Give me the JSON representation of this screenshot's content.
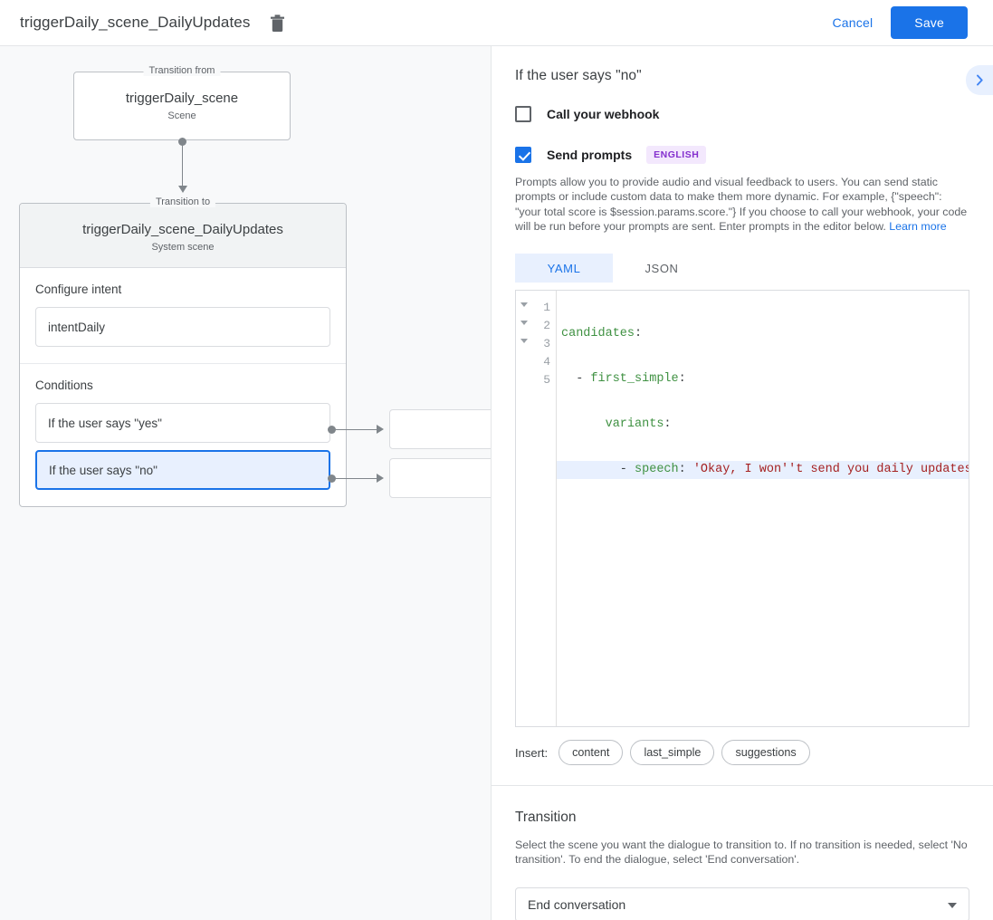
{
  "topbar": {
    "title": "triggerDaily_scene_DailyUpdates",
    "delete_icon": "trash-icon",
    "cancel_label": "Cancel",
    "save_label": "Save",
    "save_bg": "#1a73e8"
  },
  "canvas": {
    "from_node": {
      "legend": "Transition from",
      "title": "triggerDaily_scene",
      "subtitle": "Scene"
    },
    "to_node": {
      "legend": "Transition to",
      "title": "triggerDaily_scene_DailyUpdates",
      "subtitle": "System scene"
    },
    "intent_section": {
      "label": "Configure intent",
      "value": "intentDaily"
    },
    "conditions_section": {
      "label": "Conditions",
      "items": [
        {
          "label": "If the user says \"yes\"",
          "selected": false
        },
        {
          "label": "If the user says \"no\"",
          "selected": true
        }
      ]
    },
    "selected_border_color": "#1a73e8",
    "selected_fill_color": "#e8f0fe"
  },
  "panel": {
    "title": "If the user says \"no\"",
    "collapse_icon": "chevron-right-icon",
    "webhook": {
      "label": "Call your webhook",
      "checked": false
    },
    "prompts": {
      "label": "Send prompts",
      "checked": true,
      "badge": "ENGLISH",
      "badge_bg": "#f3e8fd",
      "badge_color": "#8430ce",
      "description": "Prompts allow you to provide audio and visual feedback to users. You can send static prompts or include custom data to make them more dynamic. For example, {\"speech\": \"your total score is $session.params.score.\"} If you choose to call your webhook, your code will be run before your prompts are sent. Enter prompts in the editor below. ",
      "learn_more": "Learn more"
    },
    "tabs": [
      {
        "label": "YAML",
        "active": true
      },
      {
        "label": "JSON",
        "active": false
      }
    ],
    "editor": {
      "lines": [
        {
          "num": "1",
          "fold": true,
          "highlight": false,
          "key": "candidates",
          "indent": "",
          "dash": false,
          "value": ""
        },
        {
          "num": "2",
          "fold": true,
          "highlight": false,
          "key": "first_simple",
          "indent": "  ",
          "dash": true,
          "value": ""
        },
        {
          "num": "3",
          "fold": true,
          "highlight": false,
          "key": "variants",
          "indent": "      ",
          "dash": false,
          "value": ""
        },
        {
          "num": "4",
          "fold": false,
          "highlight": true,
          "key": "speech",
          "indent": "        ",
          "dash": true,
          "value": " 'Okay, I won''t send you daily updates"
        },
        {
          "num": "5",
          "fold": false,
          "highlight": false,
          "key": "",
          "indent": "",
          "dash": false,
          "value": ""
        }
      ]
    },
    "insert": {
      "label": "Insert:",
      "chips": [
        "content",
        "last_simple",
        "suggestions"
      ]
    },
    "transition": {
      "title": "Transition",
      "description": "Select the scene you want the dialogue to transition to. If no transition is needed, select 'No transition'. To end the dialogue, select 'End conversation'.",
      "selected": "End conversation"
    }
  }
}
